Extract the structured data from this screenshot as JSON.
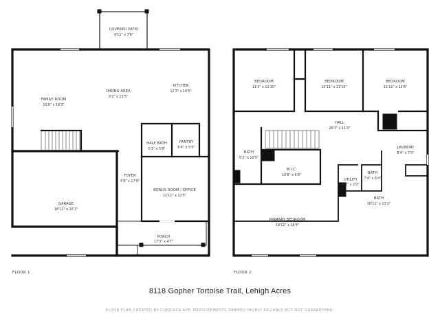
{
  "floor1": {
    "label": "FLOOR 1",
    "rooms": {
      "covered_patio": {
        "name": "COVERED PATIO",
        "dim": "9'11\" x 7'6\""
      },
      "family_room": {
        "name": "FAMILY ROOM",
        "dim": "15'8\" x 18'3\""
      },
      "dining_area": {
        "name": "DINING AREA",
        "dim": "9'2\" x 15'5\""
      },
      "kitchen": {
        "name": "KITCHEN",
        "dim": "12'3\" x 14'5\""
      },
      "half_bath": {
        "name": "HALF BATH",
        "dim": "5'3\" x 5'8\""
      },
      "pantry": {
        "name": "PANTRY",
        "dim": "6'4\" x 5'9\""
      },
      "foyer": {
        "name": "FOYER",
        "dim": "4'8\" x 17'8\""
      },
      "bonus_room": {
        "name": "BONUS ROOM / OFFICE",
        "dim": "11'11\" x 12'5\""
      },
      "garage": {
        "name": "GARAGE",
        "dim": "18'11\" x 20'1\""
      },
      "porch": {
        "name": "PORCH",
        "dim": "17'3\" x 4'7\""
      }
    }
  },
  "floor2": {
    "label": "FLOOR 2",
    "rooms": {
      "bedroom_1": {
        "name": "BEDROOM",
        "dim": "11'3\" x 11'10\""
      },
      "bedroom_2": {
        "name": "BEDROOM",
        "dim": "10'11\" x 11'10\""
      },
      "bedroom_3": {
        "name": "BEDROOM",
        "dim": "11'11\" x 12'8\""
      },
      "hall": {
        "name": "HALL",
        "dim": "26'3\" x 11'0\""
      },
      "bath_1": {
        "name": "BATH",
        "dim": "5'2\" x 10'5\""
      },
      "laundry": {
        "name": "LAUNDRY",
        "dim": "8'4\" x 7'0\""
      },
      "wic": {
        "name": "W.I.C.",
        "dim": "10'8\" x 6'8\""
      },
      "utility": {
        "name": "UTILITY",
        "dim": "4'8\" x 2'0\""
      },
      "bath_2": {
        "name": "BATH",
        "dim": "7'4\" x 6'4\""
      },
      "bath_3": {
        "name": "BATH",
        "dim": "16'11\" x 13'2\""
      },
      "primary_bedroom": {
        "name": "PRIMARY BEDROOM",
        "dim": "19'11\" x 16'4\""
      }
    }
  },
  "address": "8118 Gopher Tortoise Trail, Lehigh Acres",
  "disclaimer": "FLOOR PLAN CREATED BY CUBICASA APP. MEASUREMENTS DEEMED HIGHLY RELIABLE BUT NOT GUARANTEED.",
  "colors": {
    "wall": "#111111",
    "background": "#ffffff",
    "text": "#333333",
    "disclaimer": "#9a9a9a"
  }
}
